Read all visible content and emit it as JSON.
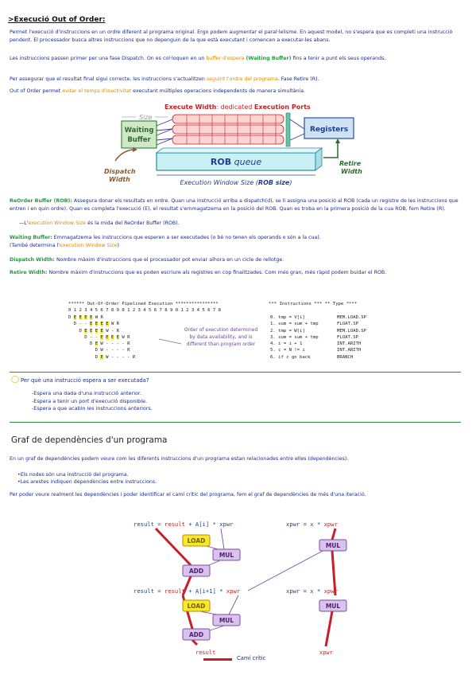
{
  "ooo": {
    "title": ">Execució Out of Order:",
    "p1": "Permet l'execució d'instruccions en un ordre diferent al programa original. Ergo podem augmentar el paral·lelisme. En aquest model, no s'espera que es completi una instrucció pendent. El processador busca altres instruccions que no depenguin de la que està executant i comencen a executar-les abans.",
    "p2a": "Les instruccions passen primer per una fase Dispatch. On es col·loquen en un ",
    "p2b": "buffer d'espera",
    "p2c": " (Waiting Buffer)",
    "p2d": " fins a tenir a punt els seus operands.",
    "p3a": "Per assegurar que el resultat final sigui correcte, les instruccions s'actualitzen ",
    "p3b": "seguint l'ordre del programa",
    "p3c": ". Fase Retire (R).",
    "p4a": "Out of Order permet ",
    "p4b": "evitar el temps d'inactivitat",
    "p4c": " executant múltiples operacions independents de manera simultània."
  },
  "diagram1": {
    "size_label": "Size",
    "execute_width_a": "Execute Width",
    "execute_width_b": ": dedicated ",
    "execute_width_c": "Execution Ports",
    "waiting_buffer": "Waiting\nBuffer",
    "registers": "Registers",
    "rob_a": "ROB",
    "rob_b": " queue",
    "dispatch_width": "Dispatch\nWidth",
    "retire_width": "Retire\nWidth",
    "window_a": "Execution Window Size (",
    "window_b": "ROB size",
    "window_c": ")"
  },
  "defs": {
    "rob_term": "ReOrder Buffer (ROB):",
    "rob_text": " Assegura donar els resultats en ordre. Quan una instrucció arriba a dispatch(d), se li assigna una posició al ROB (cada un registre de les instruccions que entren i en quin ordre). Quan es completa l'execució (E), el resultat s'emmagatzema en la posició del ROB. Quan es troba en la primera posició de la cua ROB, fem Retire (R).",
    "rob_sub_a": "—L'",
    "rob_sub_b": "execution Window Size",
    "rob_sub_c": " és la mida del ReOrder Buffer (ROB).",
    "wb_term": "Waiting Buffer:",
    "wb_text": " Emmagatzema les instruccions que esperen a ser executades (o bé no tenen els operands o són a la cua).",
    "wb_sub_a": "(També determina l'",
    "wb_sub_b": "execution Window Size",
    "wb_sub_c": ")",
    "dw_term": "Dispatch Width:",
    "dw_text": " Nombre màxim d'instruccions que el processador pot enviar alhora en un cicle de rellotge.",
    "rw_term": "Retire Width:",
    "rw_text": " Nombre màxim d'instruccions que es poden escriure als registres en cop finalitzades. Com més gran, més ràpid podem buidar el ROB."
  },
  "pipeline": {
    "header_left": "****** Out-Of-Order Pipelined Execution ****************",
    "header_right": "*** Instructions *** ** Type ****",
    "digits": "0 1 2 3 4 5 6 7 8 9 0 1 2 3 4 5 6 7 8 9 0 1 2 3 4 5 6 7 8",
    "rows": [
      "D E E E E W R",
      "  D - - E E E E W R",
      "    D E E E E W - R",
      "      D - - E E E E W R",
      "        D E W - - - - R",
      "          D W - - - - R",
      "          D E W - - - - R"
    ],
    "instructions": [
      "0. tmp = V[i]",
      "1. sum = sum + tmp",
      "2. tmp = W[i]",
      "3. sum = sum + tmp",
      "4. i = i + 1",
      "5. c = N != i",
      "6. if c go back"
    ],
    "types": [
      "MEM.LOAD.SP",
      "FLOAT.SP",
      "MEM.LOAD.SP",
      "FLOAT.SP",
      "INT.ARITH",
      "INT.ARITH",
      "BRANCH"
    ],
    "note_a": "Order of execution determined",
    "note_b": "by data availability, and is",
    "note_c": "different than program order"
  },
  "question": {
    "q": "Per què una instrucció espera a ser executada?",
    "answers": [
      "-Espera una dada d'una instrucció anterior.",
      "-Espera a tenir un port d'execució disponible.",
      "-Espera a que acabin les instruccions anteriors."
    ]
  },
  "graph": {
    "title": "Graf de dependències d'un programa",
    "p1": "En un graf de dependències podem veure com les diferents instruccions d'un programa estan relacionades entre elles (dependències).",
    "b1": "•Els nodes són una instrucció del programa.",
    "b2": "•Les arestes indiquen dependències entre instruccions.",
    "p2": "Per poder veure realment les dependències i poder identificar el camí crític del programa, fem el graf de dependències de més d'una iteració.",
    "line1_left_a": "result = ",
    "line1_left_b": "result",
    "line1_left_c": " + A[i] * xpwr",
    "line1_right_a": "xpwr = x * ",
    "line1_right_b": "xpwr",
    "line2_left_a": "result = ",
    "line2_left_b": "result",
    "line2_left_c": " + A[i+1] * ",
    "line2_left_d": "xpwr",
    "line2_right_a": "xpwr = x * ",
    "line2_right_b": "xpwr",
    "load": "LOAD",
    "mul": "MUL",
    "add": "ADD",
    "result_out": "result",
    "xpwr_out": "xpwr",
    "legend": "Camí crític"
  },
  "colors": {
    "ink": "#1b2a8f",
    "orange": "#e08a00",
    "green": "#1f9b3a",
    "red": "#d31a1a",
    "purple": "#7a4fa0",
    "critical": "#c81e2a"
  }
}
